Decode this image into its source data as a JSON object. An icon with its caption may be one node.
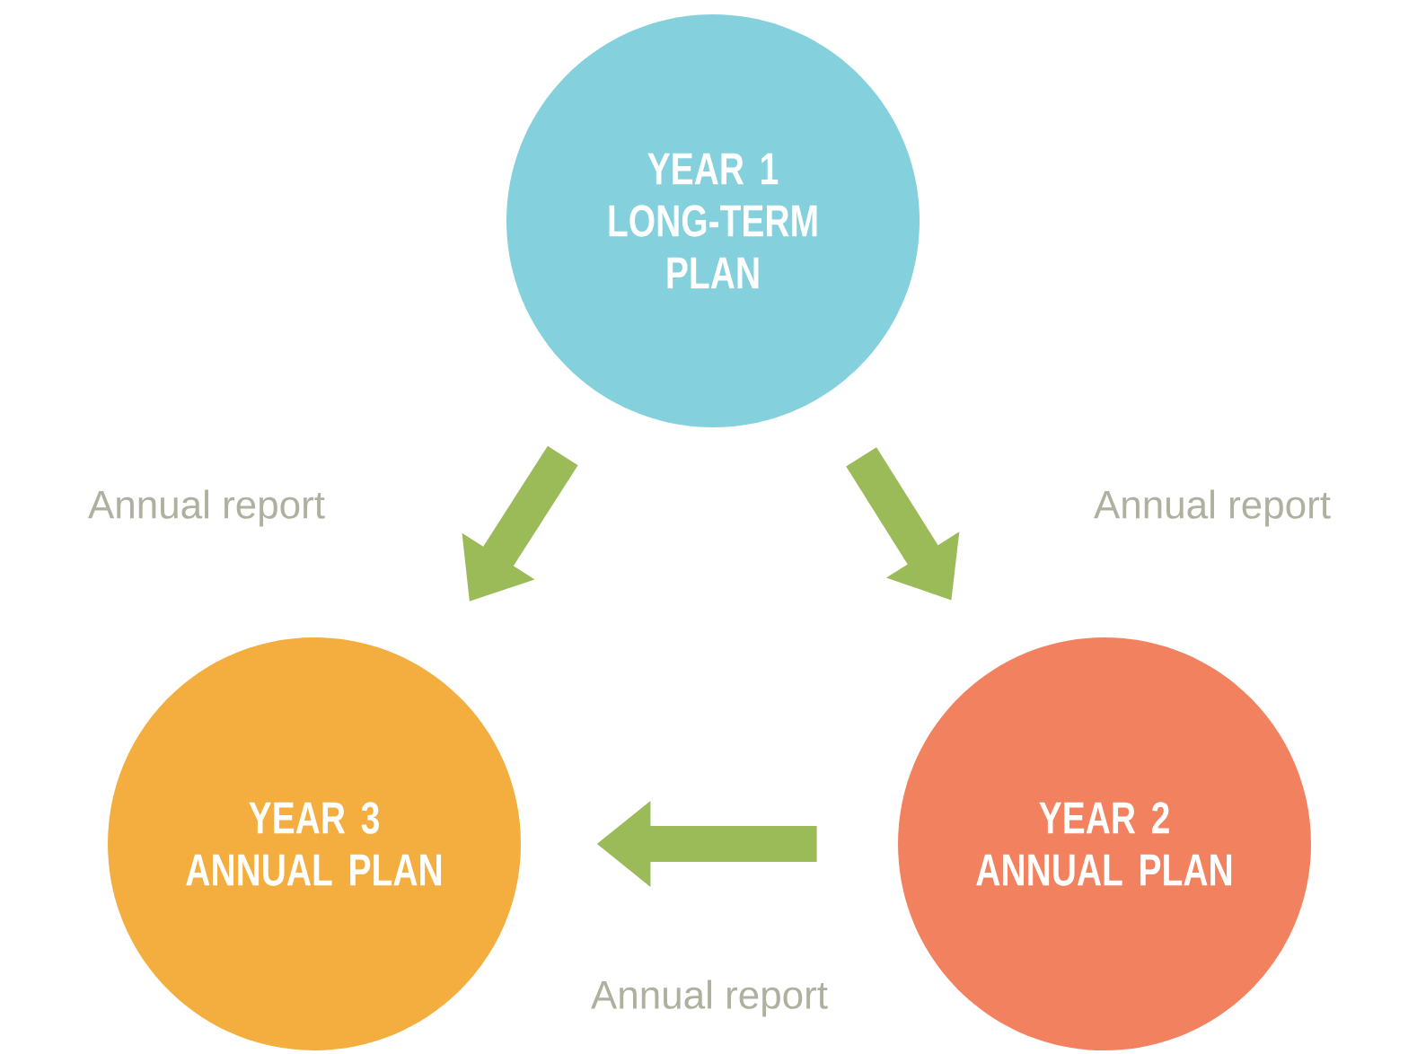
{
  "diagram": {
    "nodes": [
      {
        "text": [
          "YEAR 1 LONG-TERM PLAN"
        ]
      },
      {
        "text": [
          "YEAR 3 ANNUAL PLAN"
        ]
      },
      {
        "text": [
          "YEAR 2 ANNUAL PLAN"
        ]
      }
    ],
    "edges": [
      {
        "from": 0,
        "to": 1,
        "arrow": "to",
        "label": "Annual report"
      },
      {
        "from": 0,
        "to": 2,
        "arrow": "to",
        "label": "Annual report"
      },
      {
        "from": 2,
        "to": 1,
        "arrow": "to",
        "label": "Annual report"
      }
    ]
  }
}
